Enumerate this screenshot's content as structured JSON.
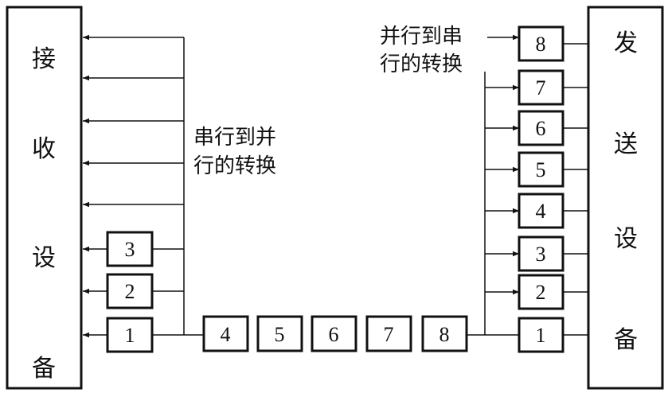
{
  "receiver": {
    "chars": [
      "接",
      "收",
      "设",
      "备"
    ]
  },
  "sender": {
    "chars": [
      "发",
      "送",
      "设",
      "备"
    ]
  },
  "notes": {
    "serial_to_parallel": [
      "串行到并",
      "行的转换"
    ],
    "parallel_to_serial": [
      "并行到串",
      "行的转换"
    ]
  },
  "receiver_bits": [
    "3",
    "2",
    "1"
  ],
  "line_bits": [
    "4",
    "5",
    "6",
    "7",
    "8"
  ],
  "sender_bits": [
    "8",
    "7",
    "6",
    "5",
    "4",
    "3",
    "2",
    "1"
  ]
}
